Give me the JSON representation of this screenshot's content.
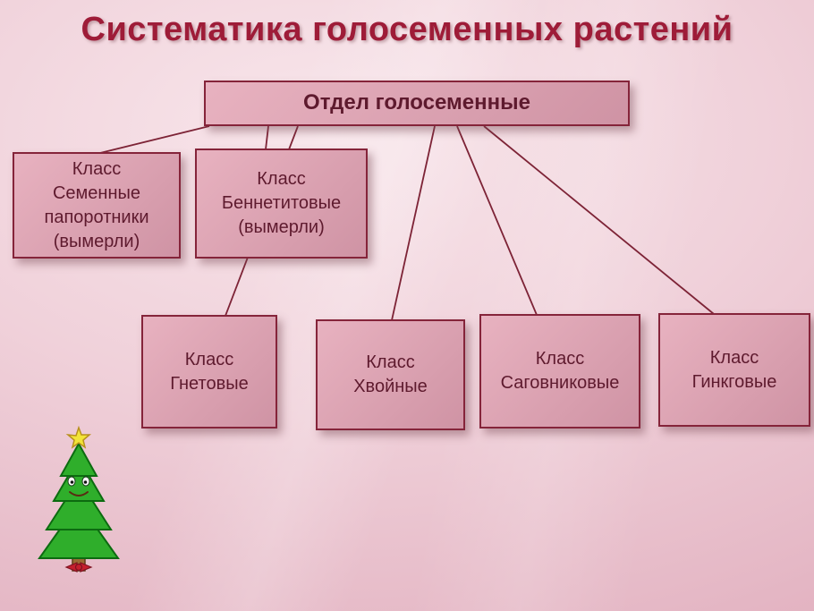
{
  "title": "Систематика голосеменных растений",
  "diagram": {
    "root": {
      "label": "Отдел голосеменные"
    },
    "classes": [
      {
        "label": "Класс\nСеменные\nпапоротники\n(вымерли)"
      },
      {
        "label": "Класс\nБеннетитовые\n(вымерли)"
      },
      {
        "label": "Класс\nГнетовые"
      },
      {
        "label": "Класс\nХвойные"
      },
      {
        "label": "Класс\nСаговниковые"
      },
      {
        "label": "Класс\nГинкговые"
      }
    ]
  },
  "decorations": {
    "tree_icon": "christmas-tree-icon"
  },
  "colors": {
    "bg_inner": "#f8e6eb",
    "bg_mid": "#f0d1da",
    "bg_outer": "#e2b1c0",
    "title_text": "#9e1c38",
    "box_border": "#85243a",
    "box_fill_light": "#e8b2c0",
    "box_fill_dark": "#cf93a4",
    "box_text": "#5e1a2e",
    "connector": "#7d2336",
    "tree_green": "#2fae2b",
    "tree_outline": "#0c6b10",
    "star_yellow": "#f2e438",
    "trunk_brown": "#9a6a33",
    "bow_red": "#c41f2e"
  }
}
